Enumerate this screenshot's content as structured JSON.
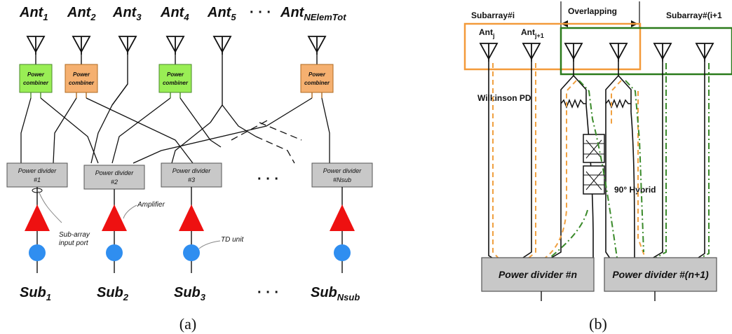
{
  "panel_a": {
    "antennas": [
      {
        "base": "Ant",
        "sub": "1"
      },
      {
        "base": "Ant",
        "sub": "2"
      },
      {
        "base": "Ant",
        "sub": "3"
      },
      {
        "base": "Ant",
        "sub": "4"
      },
      {
        "base": "Ant",
        "sub": "5"
      },
      {
        "base": "Ant",
        "sub": "NElemTot"
      }
    ],
    "ellipsis": "· · ·",
    "combiner_line1": "Power",
    "combiner_line2": "combiner",
    "dividers": [
      {
        "line1": "Power divider",
        "line2": "#1"
      },
      {
        "line1": "Power divider",
        "line2": "#2"
      },
      {
        "line1": "Power divider",
        "line2": "#3"
      },
      {
        "line1": "Power divider",
        "line2": "#Nsub"
      }
    ],
    "annotations": {
      "amplifier": "Amplifier",
      "subarray_port_1": "Sub-array",
      "subarray_port_2": "input port",
      "td_unit": "TD unit"
    },
    "subs": [
      {
        "base": "Sub",
        "sub": "1"
      },
      {
        "base": "Sub",
        "sub": "2"
      },
      {
        "base": "Sub",
        "sub": "3"
      },
      {
        "base": "Sub",
        "sub": "Nsub"
      }
    ],
    "caption": "(a)",
    "colors": {
      "green": "#99ee55",
      "orange": "#f5b070",
      "red": "#ee1111",
      "blue": "#2f8ef0",
      "divider": "#c8c8c8"
    }
  },
  "panel_b": {
    "subarray_i": "Subarray#i",
    "subarray_i1": "Subarray#(i+1",
    "overlapping": "Overlapping",
    "ant_j": {
      "base": "Ant",
      "sub": "j"
    },
    "ant_j1": {
      "base": "Ant",
      "sub": "j+1"
    },
    "wilkinson": "Wilkinson PD",
    "hybrid": "90° Hybrid",
    "pd_n": "Power divider #n",
    "pd_n1": "Power divider #(n+1)",
    "caption": "(b)",
    "colors": {
      "orange_box": "#f39a3a",
      "green_box": "#2a7a1a",
      "orange_dash": "#f0a040",
      "green_dash": "#3a8a2a"
    }
  }
}
